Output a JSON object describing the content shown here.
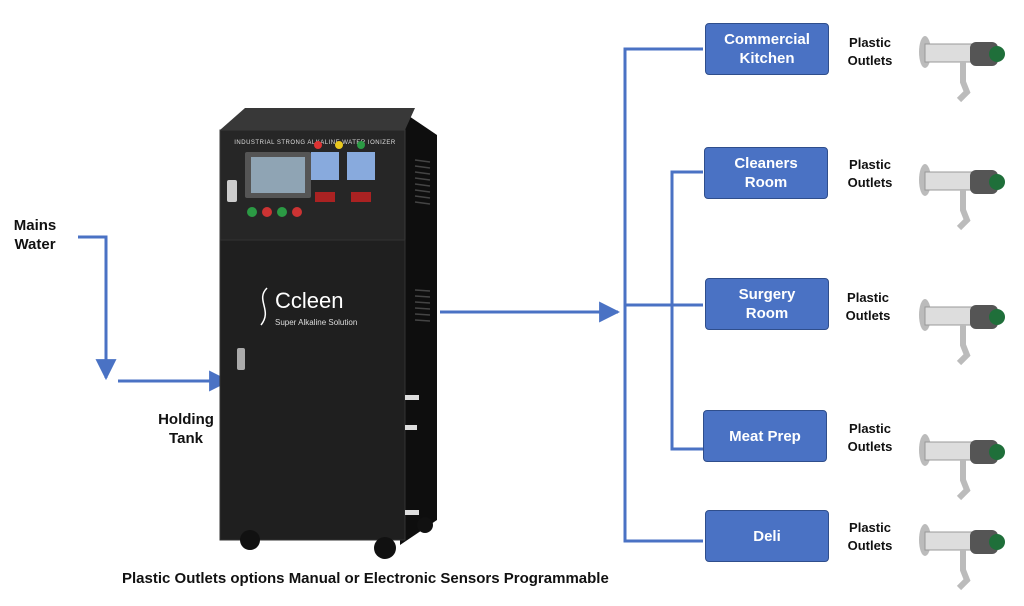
{
  "diagram": {
    "source_label": "Mains\nWater",
    "tank_label": "Holding\nTank",
    "machine": {
      "panel_title": "INDUSTRIAL STRONG ALKALINE WATER IONIZER",
      "brand": "Ccleen",
      "tagline": "Super Alkaline Solution"
    },
    "destinations": [
      {
        "label": "Commercial\nKitchen",
        "outlet": "Plastic\nOutlets"
      },
      {
        "label": "Cleaners\nRoom",
        "outlet": "Plastic\nOutlets"
      },
      {
        "label": "Surgery\nRoom",
        "outlet": "Plastic\nOutlets"
      },
      {
        "label": "Meat Prep",
        "outlet": "Plastic\nOutlets"
      },
      {
        "label": "Deli",
        "outlet": "Plastic\nOutlets"
      }
    ],
    "footer": "Plastic Outlets options Manual or Electronic Sensors Programmable",
    "colors": {
      "box": "#4a72c4",
      "line": "#4a72c4",
      "cabinet": "#1f1f1f"
    }
  }
}
